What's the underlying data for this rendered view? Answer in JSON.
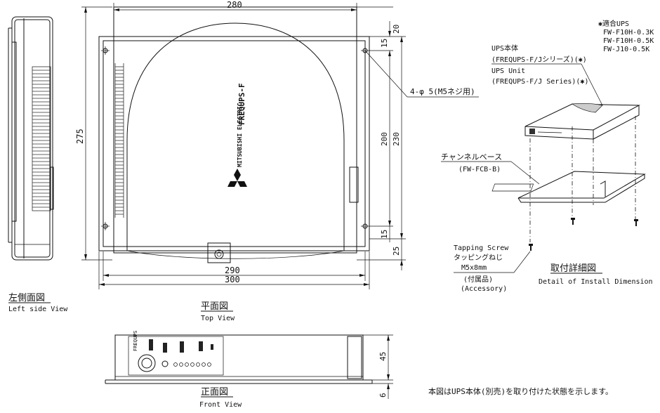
{
  "dimensions": {
    "width_280": "280",
    "height_275": "275",
    "width_290": "290",
    "width_300": "300",
    "right_20": "20",
    "right_15_top": "15",
    "right_200": "200",
    "right_230": "230",
    "right_15_bottom": "15",
    "right_25": "25",
    "front_45": "45",
    "front_6": "6"
  },
  "hole_note": "4-φ 5(M5ネジ用)",
  "left_view": {
    "title_jp": "左側面図",
    "title_en": "Left side View"
  },
  "top_view": {
    "title_jp": "平面図",
    "title_en": "Top View"
  },
  "front_view": {
    "title_jp": "正面図",
    "title_en": "Front View"
  },
  "compatible_ups": {
    "heading": "✱適合UPS",
    "models": [
      "FW-F10H-0.3K",
      "FW-F10H-0.5K",
      "FW-J10-0.5K"
    ]
  },
  "ups_unit": {
    "jp1": "UPS本体",
    "jp2": "(FREQUPS-F/Jシリーズ)(✱)",
    "en1": "UPS Unit",
    "en2": "(FREQUPS-F/J Series)(✱)"
  },
  "channel_base": {
    "jp": "チャンネルベース",
    "en": "(FW-FCB-B)"
  },
  "screw": {
    "line1": "Tapping Screw",
    "line2": "タッピングねじ",
    "line3": "M5x8mm",
    "line4": "(付属品)",
    "line5": "(Accessory)"
  },
  "install_detail": {
    "title_jp": "取付詳細図",
    "title_en": "Detail of Install Dimension"
  },
  "device_labels": {
    "brand": "MITSUBISHI ELECTRIC",
    "product": "FREQUPS-F",
    "front_label": "FREQUPS"
  },
  "footnote": "本図はUPS本体(別売)を取り付けた状態を示します。"
}
